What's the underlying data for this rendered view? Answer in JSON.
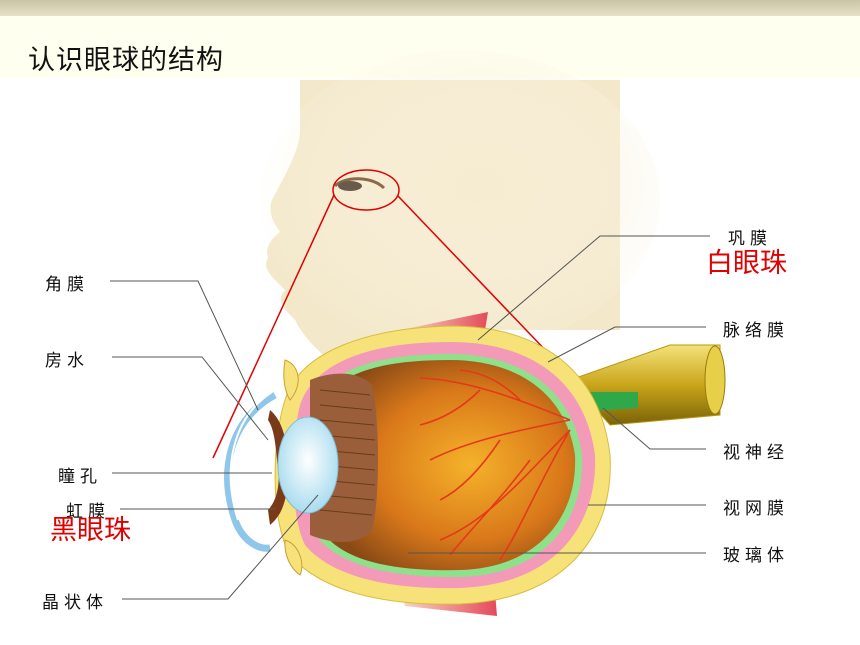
{
  "title": "认识眼球的结构",
  "labels_left": {
    "cornea": "角膜",
    "aqueous": "房水",
    "pupil": "瞳孔",
    "iris": "虹膜",
    "lens": "晶状体"
  },
  "labels_right": {
    "sclera": "巩膜",
    "choroid": "脉络膜",
    "optic_nerve": "视神经",
    "retina": "视网膜",
    "vitreous": "玻璃体"
  },
  "annotations": {
    "white_of_eye": "白眼珠",
    "black_of_eye": "黑眼珠"
  },
  "colors": {
    "accent_red": "#e00000",
    "title_bg": "#fffff0",
    "top_bar": "#c9c5a6"
  }
}
